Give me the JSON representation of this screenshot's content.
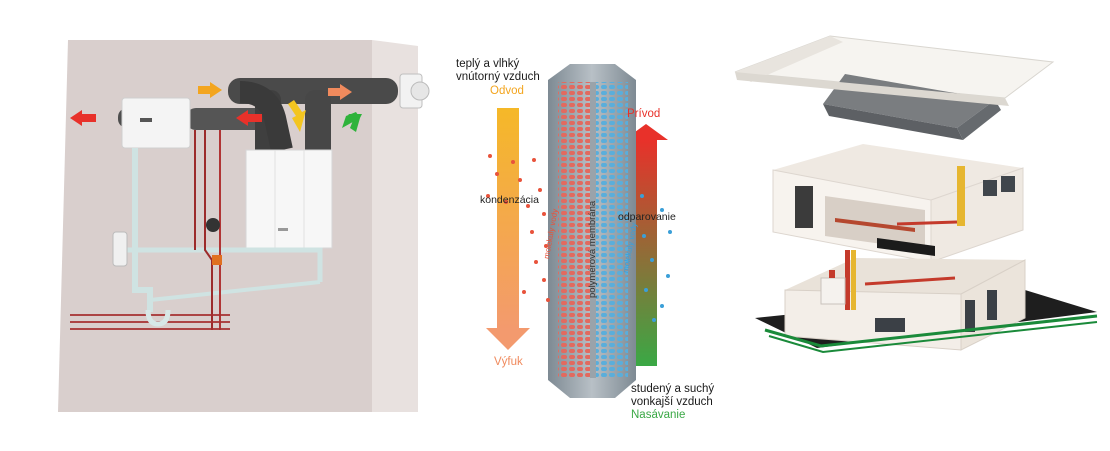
{
  "membrane": {
    "warm_label_line1": "teplý a vlhký",
    "warm_label_line2": "vnútorný vzduch",
    "exhaust_label": "Odvod",
    "outlet_label": "Výfuk",
    "supply_label": "Prívod",
    "cold_label_line1": "studený a suchý",
    "cold_label_line2": "vonkajší vzduch",
    "intake_label": "Nasávanie",
    "condensation_label": "kondenzácia",
    "evaporation_label": "odparovanie",
    "molecules_left": "molekuly vody",
    "membrane_label": "polymérová membrána",
    "molecules_right": "molekuly vody"
  },
  "colors": {
    "exhaust": "#f3a51f",
    "outlet": "#f08a5d",
    "supply": "#e8312a",
    "intake": "#3aa845",
    "droplet_red": "#e8533c",
    "droplet_blue": "#3b9fd8"
  },
  "icons": {
    "left": "ventilation-unit-illustration",
    "right": "house-exploded-illustration"
  }
}
